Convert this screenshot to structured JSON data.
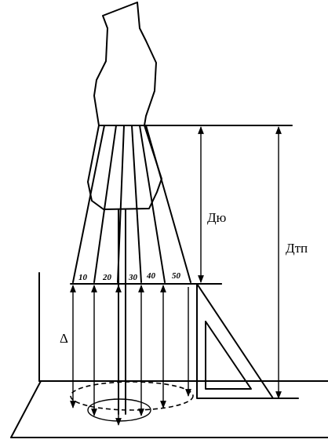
{
  "labels": {
    "dyu": "Дю",
    "dtp": "Дтп",
    "delta": "Δ"
  },
  "scale": [
    "10",
    "20",
    "30",
    "40",
    "50"
  ]
}
